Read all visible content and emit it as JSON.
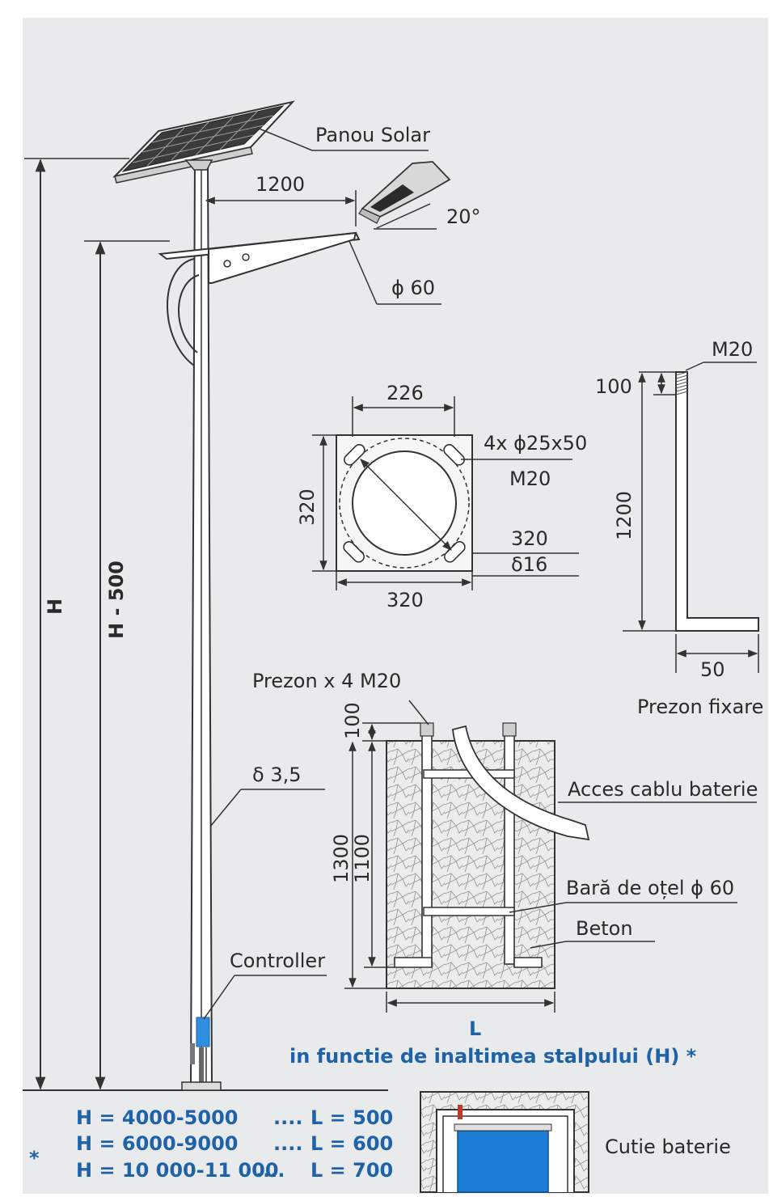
{
  "labels": {
    "panou_solar": "Panou Solar",
    "arm_length": "1200",
    "lamp_angle": "20°",
    "arm_diameter": "ϕ 60",
    "height_total": "H",
    "height_arm": "H - 500",
    "wall_thickness": "δ 3,5",
    "controller": "Controller",
    "plate_hole_spacing": "226",
    "plate_holes": "4x ϕ25x50",
    "plate_bolt": "M20",
    "plate_height": "320",
    "plate_side": "320",
    "plate_thickness": "δ16",
    "plate_width": "320",
    "anchor_thread": "M20",
    "anchor_thread_len": "100",
    "anchor_length": "1200",
    "anchor_hook": "50",
    "anchor_title": "Prezon fixare",
    "found_bolts": "Prezon x 4 M20",
    "found_protrusion": "100",
    "found_depth_outer": "1300",
    "found_depth_inner": "1100",
    "cable_access": "Acces cablu baterie",
    "steel_bar": "Bară de oțel ϕ 60",
    "concrete": "Beton",
    "found_width": "L",
    "caption": "in functie de inaltimea stalpului (H) *",
    "battery_box": "Cutie baterie"
  },
  "table": {
    "asterisk": "*",
    "rows": [
      {
        "h": "H = 4000-5000",
        "sep": "....",
        "l": "L = 500"
      },
      {
        "h": "H = 6000-9000",
        "sep": "....",
        "l": "L = 600"
      },
      {
        "h": "H = 10 000-11 000",
        "sep": "....",
        "l": "L = 700"
      }
    ]
  },
  "colors": {
    "background": "#e9eaec",
    "line": "#333333",
    "accent_blue": "#1f62a8",
    "controller_blue": "#2f8fe0",
    "battery_blue": "#1d7ed8"
  }
}
